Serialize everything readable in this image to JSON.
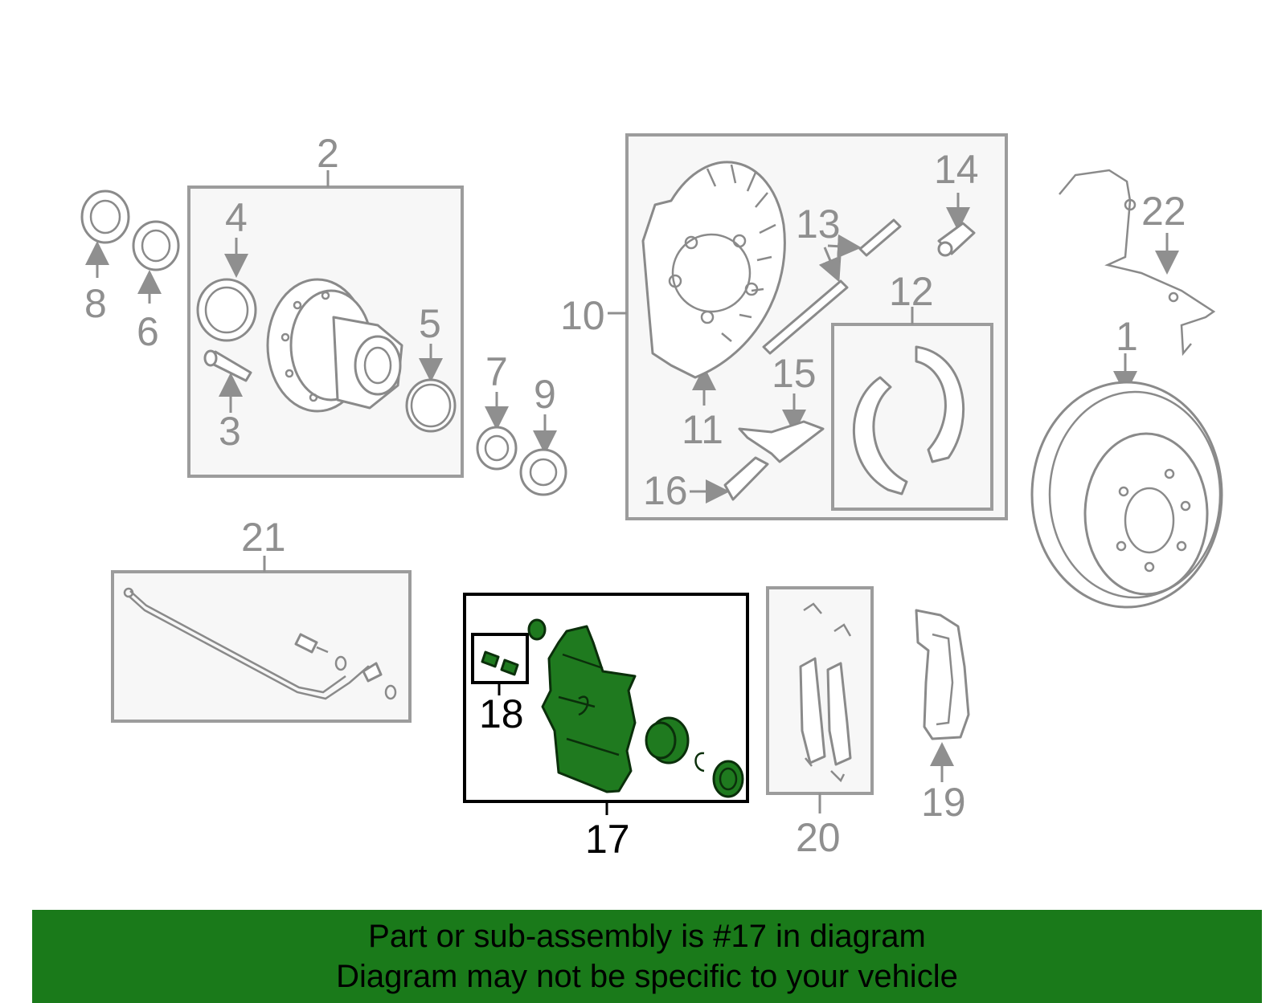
{
  "diagram": {
    "callouts": [
      {
        "id": "1",
        "label": "1"
      },
      {
        "id": "2",
        "label": "2"
      },
      {
        "id": "3",
        "label": "3"
      },
      {
        "id": "4",
        "label": "4"
      },
      {
        "id": "5",
        "label": "5"
      },
      {
        "id": "6",
        "label": "6"
      },
      {
        "id": "7",
        "label": "7"
      },
      {
        "id": "8",
        "label": "8"
      },
      {
        "id": "9",
        "label": "9"
      },
      {
        "id": "10",
        "label": "10"
      },
      {
        "id": "11",
        "label": "11"
      },
      {
        "id": "12",
        "label": "12"
      },
      {
        "id": "13",
        "label": "13"
      },
      {
        "id": "14",
        "label": "14"
      },
      {
        "id": "15",
        "label": "15"
      },
      {
        "id": "16",
        "label": "16"
      },
      {
        "id": "17",
        "label": "17"
      },
      {
        "id": "18",
        "label": "18"
      },
      {
        "id": "19",
        "label": "19"
      },
      {
        "id": "20",
        "label": "20"
      },
      {
        "id": "21",
        "label": "21"
      },
      {
        "id": "22",
        "label": "22"
      }
    ],
    "highlighted_part": "17",
    "colors": {
      "highlight_fill": "#1f7a1f",
      "banner_bg": "#1a7a1a",
      "line_gray": "#8f8f8f"
    }
  },
  "banner": {
    "line1": "Part or sub-assembly is #17 in diagram",
    "line2": "Diagram may not be specific to your vehicle"
  }
}
